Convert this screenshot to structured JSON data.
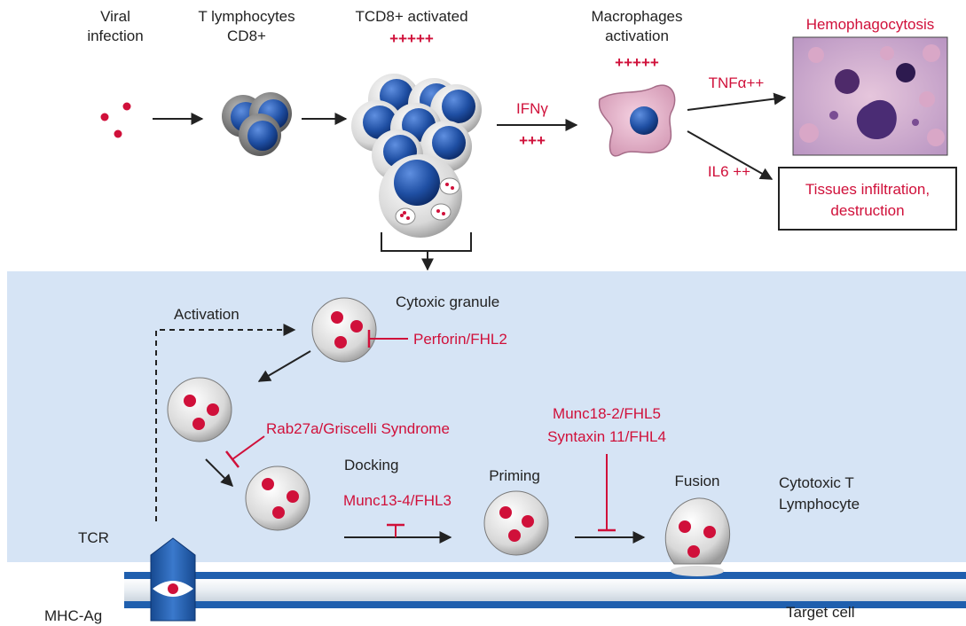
{
  "colors": {
    "accent_red": "#d0103a",
    "text_dark": "#222222",
    "panel_blue": "#d6e4f5",
    "nucleus_blue": "#1f4fa3",
    "membrane_blue": "#1f5fae",
    "cell_gray": "#c9c9c9"
  },
  "top_flow": {
    "viral_infection": [
      "Viral",
      "infection"
    ],
    "t_lymphocytes": [
      "T lymphocytes",
      "CD8+"
    ],
    "tcd8_activated": "TCD8+ activated",
    "tcd8_level": "+++++",
    "ifn_label": "IFNγ",
    "ifn_level": "+++",
    "macrophages": [
      "Macrophages",
      "activation"
    ],
    "macrophage_level": "+++++",
    "tnf_label": "TNFα++",
    "il6_label": "IL6 ++",
    "hemophagocytosis": "Hemophagocytosis",
    "tissues_box": [
      "Tissues infiltration,",
      "destruction"
    ]
  },
  "pathway": {
    "activation": "Activation",
    "cytoxic_granule": "Cytoxic granule",
    "perforin": "Perforin/FHL2",
    "rab27a": "Rab27a/Griscelli Syndrome",
    "docking": "Docking",
    "munc13": "Munc13-4/FHL3",
    "priming": "Priming",
    "munc18": "Munc18-2/FHL5",
    "syntaxin": "Syntaxin 11/FHL4",
    "fusion": "Fusion",
    "cytotoxic_t": [
      "Cytotoxic T",
      "Lymphocyte"
    ],
    "tcr": "TCR",
    "mhc_ag": "MHC-Ag",
    "target_cell": "Target cell"
  }
}
